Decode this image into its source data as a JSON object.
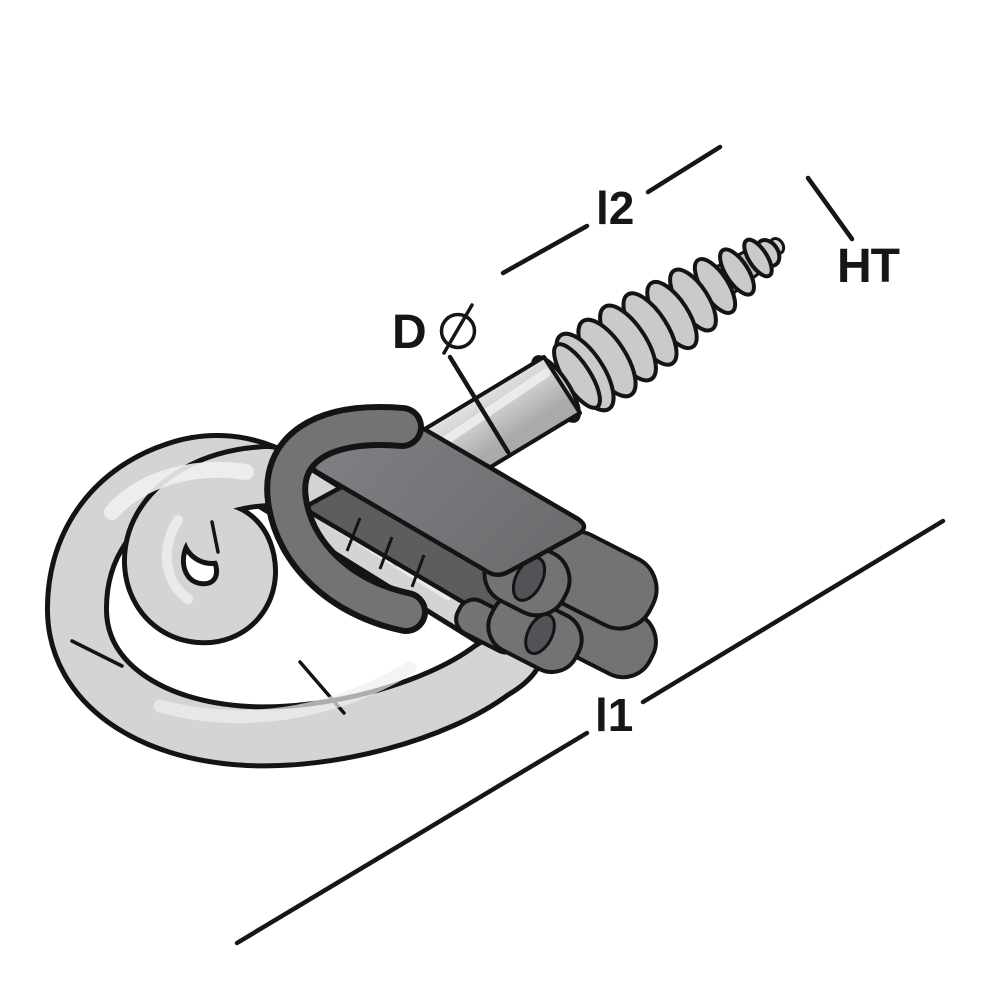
{
  "figure": {
    "type": "technical-illustration",
    "subject": "screw-hook-with-clamp-and-swivel-ring",
    "background": "#ffffff"
  },
  "labels": {
    "length_total": "l1",
    "length_thread": "l2",
    "thread_type": "HT",
    "diameter": "D",
    "diameter_symbol": "∅"
  },
  "icons": {
    "diameter": "circle-with-slash"
  },
  "colors": {
    "outline": "#141414",
    "line": "#161616",
    "metal": "#d3d5d4",
    "metal-hi": "#eef0ef",
    "metal-sh": "#a9abaa",
    "metal2": "#c9cbca",
    "metal3": "#babcbb",
    "clamp": "#717375",
    "clamp-dark": "#5b5d5f",
    "hole": "#515356",
    "bg": "#ffffff"
  }
}
